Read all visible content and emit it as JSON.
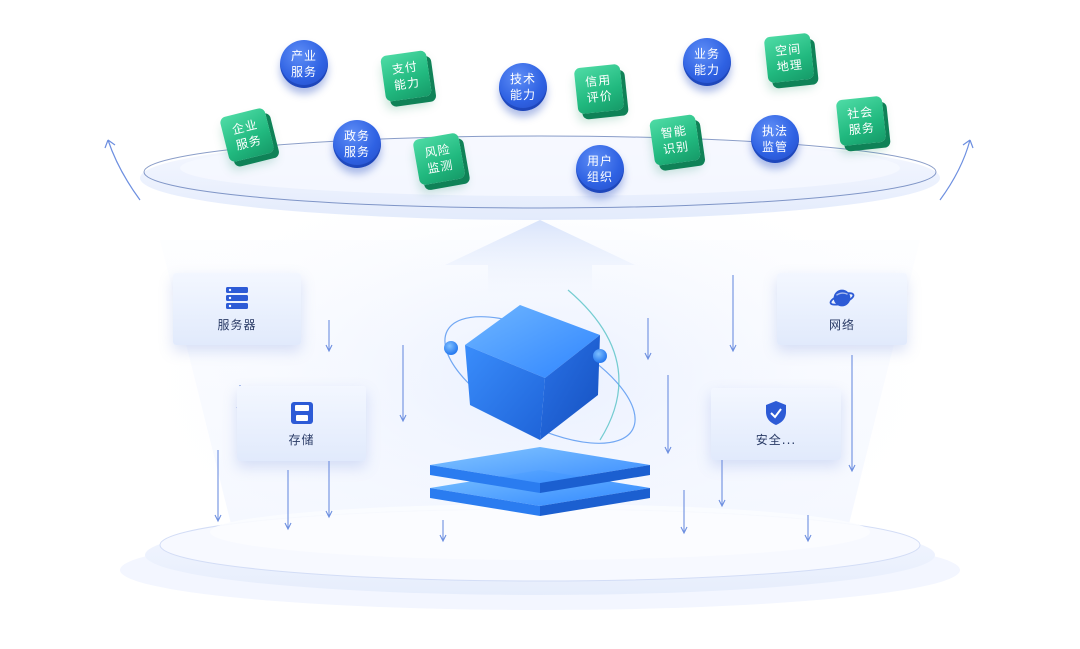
{
  "tags": [
    {
      "id": "industry",
      "shape": "circle",
      "line1": "产业",
      "line2": "服务"
    },
    {
      "id": "payment",
      "shape": "cube",
      "line1": "支付",
      "line2": "能力"
    },
    {
      "id": "tech",
      "shape": "circle",
      "line1": "技术",
      "line2": "能力"
    },
    {
      "id": "credit",
      "shape": "cube",
      "line1": "信用",
      "line2": "评价"
    },
    {
      "id": "business",
      "shape": "circle",
      "line1": "业务",
      "line2": "能力"
    },
    {
      "id": "geo",
      "shape": "cube",
      "line1": "空间",
      "line2": "地理"
    },
    {
      "id": "enterprise",
      "shape": "cube",
      "line1": "企业",
      "line2": "服务"
    },
    {
      "id": "gov",
      "shape": "circle",
      "line1": "政务",
      "line2": "服务"
    },
    {
      "id": "risk",
      "shape": "cube",
      "line1": "风险",
      "line2": "监测"
    },
    {
      "id": "user-org",
      "shape": "circle",
      "line1": "用户",
      "line2": "组织"
    },
    {
      "id": "smart-id",
      "shape": "cube",
      "line1": "智能",
      "line2": "识别"
    },
    {
      "id": "law",
      "shape": "circle",
      "line1": "执法",
      "line2": "监管"
    },
    {
      "id": "social",
      "shape": "cube",
      "line1": "社会",
      "line2": "服务"
    }
  ],
  "panels": {
    "server": {
      "label": "服务器",
      "icon": "server-icon"
    },
    "storage": {
      "label": "存储",
      "icon": "floppy-disk-icon"
    },
    "network": {
      "label": "网络",
      "icon": "planet-icon"
    },
    "security": {
      "label": "安全...",
      "icon": "shield-check-icon"
    }
  },
  "colors": {
    "circle_tag": "#2f62e3",
    "cube_tag": "#21b97f",
    "cube_core": "#2e7cf0",
    "panel_text": "#2a3b66",
    "arrow": "#6d8fe0"
  }
}
